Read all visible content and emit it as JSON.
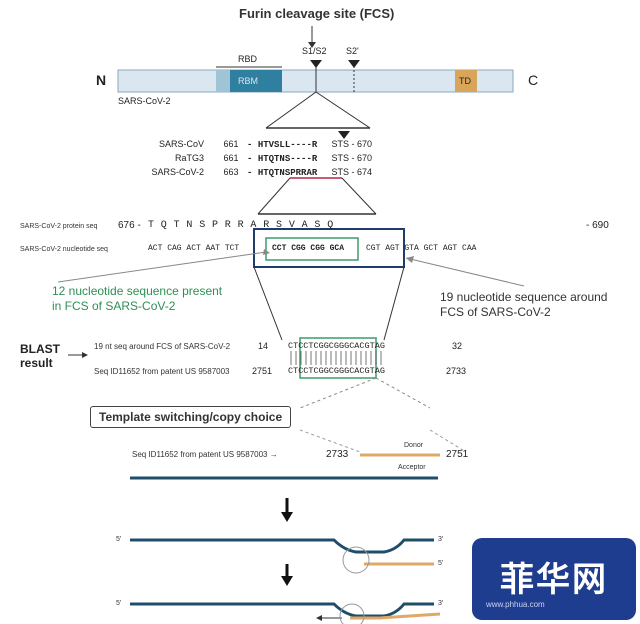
{
  "title": "Furin cleavage site (FCS)",
  "domain_bar": {
    "n_label": "N",
    "c_label": "C",
    "rbd": "RBD",
    "rbm": "RBM",
    "s1s2": "S1/S2",
    "s2prime": "S2'",
    "td": "TD",
    "virus": "SARS-CoV-2"
  },
  "alignment": [
    {
      "name": "SARS-CoV",
      "start": "661",
      "seq": "- HTVSLL----R",
      "end": "STS - 670"
    },
    {
      "name": "RaTG3",
      "start": "661",
      "seq": "- HTQTNS----R",
      "end": "STS - 670"
    },
    {
      "name": "SARS-CoV-2",
      "start": "663",
      "seq": "- HTQTNSPRRAR",
      "end": "STS - 674"
    }
  ],
  "protein": {
    "label": "SARS-CoV-2 protein seq",
    "start": "676 -",
    "residues": "T   Q   T   N   S   P   R   R   A   R   S   V   A   S   Q",
    "end": "- 690"
  },
  "nucleotide": {
    "label": "SARS-CoV-2 nucleotide seq",
    "left": "ACT  CAG  ACT  AAT  TCT",
    "boxed": "CCT  CGG  CGG  GCA",
    "right": "CGT  AGT  GTA  GCT  AGT  CAA"
  },
  "annotations": {
    "twelve_nt": "12 nucleotide sequence present",
    "twelve_nt_2": "in FCS of SARS-CoV-2",
    "nineteen_nt": "19 nucleotide sequence around",
    "nineteen_nt_2": "FCS of SARS-CoV-2"
  },
  "blast": {
    "label1": "BLAST",
    "label2": "result",
    "row1_name": "19 nt seq around FCS of SARS-CoV-2",
    "row1_start": "14",
    "row1_seq": "CTCCTCGGCGGGCACGTAG",
    "row1_end": "32",
    "row2_name": "Seq ID11652 from patent US 9587003",
    "row2_start": "2751",
    "row2_seq": "CTCCTCGGCGGGCACGTAG",
    "row2_end": "2733"
  },
  "template": {
    "box_label": "Template switching/copy choice",
    "seq_label": "Seq ID11652 from patent US 9587003 →",
    "left_num": "2733",
    "right_num": "2751",
    "donor": "Donor",
    "acceptor": "Acceptor",
    "five_prime": "5'",
    "three_prime": "3'"
  },
  "watermark": {
    "text": "菲华网",
    "sub": "www.phhua.com"
  },
  "colors": {
    "strand": "#1f4e6b",
    "donor": "#e0a867",
    "rbm": "#2a6f8f",
    "td": "#d9a55a",
    "highlight": "#b3264a",
    "green_box": "#3d9c6c"
  }
}
